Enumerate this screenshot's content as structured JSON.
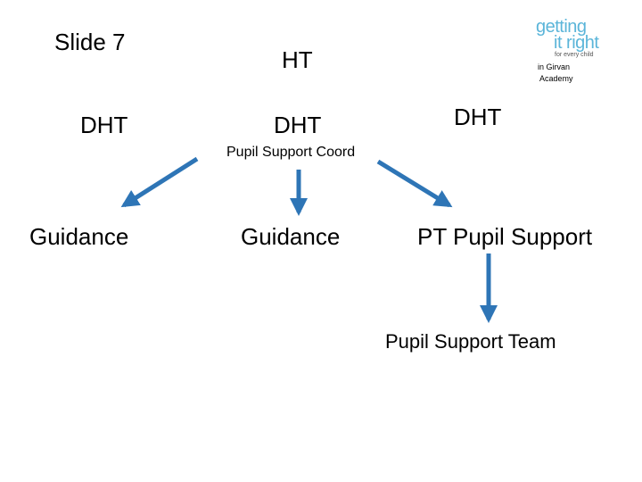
{
  "slide": {
    "label": "Slide 7"
  },
  "logo": {
    "line1": "getting",
    "line2": "it right",
    "tagline": "for every child",
    "location_line1": "in Girvan",
    "location_line2": "Academy",
    "color": "#5bb5d9"
  },
  "nodes": {
    "ht": "HT",
    "dht_left": "DHT",
    "dht_center": "DHT",
    "dht_right": "DHT",
    "pupil_support_coord": "Pupil Support Coord",
    "guidance_left": "Guidance",
    "guidance_center": "Guidance",
    "pt_pupil_support": "PT Pupil Support",
    "pupil_support_team": "Pupil Support Team"
  },
  "edges": [
    {
      "from": "pupil_support_coord",
      "to": "guidance_left"
    },
    {
      "from": "pupil_support_coord",
      "to": "guidance_center"
    },
    {
      "from": "pupil_support_coord",
      "to": "pt_pupil_support"
    },
    {
      "from": "pt_pupil_support",
      "to": "pupil_support_team"
    }
  ],
  "colors": {
    "arrow": "#2e75b6",
    "text": "#000000"
  }
}
